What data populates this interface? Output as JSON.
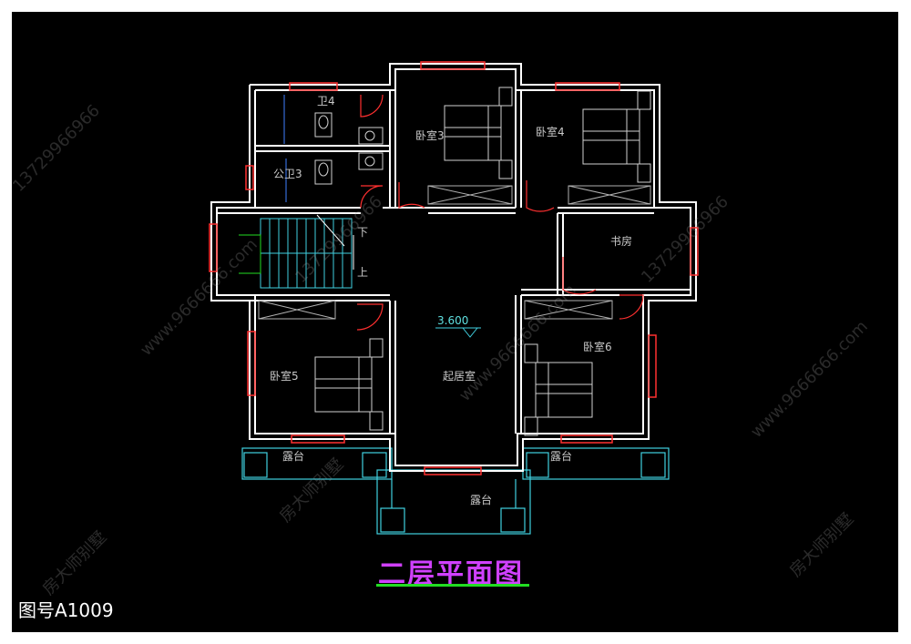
{
  "rooms": {
    "bath4": "卫4",
    "public_bath3": "公卫3",
    "bedroom3": "卧室3",
    "bedroom4": "卧室4",
    "study": "书房",
    "stair_down": "下",
    "stair_up": "上",
    "level_mark": "3.600",
    "living": "起居室",
    "bedroom5": "卧室5",
    "bedroom6": "卧室6",
    "terrace_left": "露台",
    "terrace_right": "露台",
    "terrace_bottom": "露台"
  },
  "title": "二层平面图",
  "drawing_number": "图号A1009",
  "watermarks": [
    "房大师别墅",
    "13729966966",
    "www.9666666.com"
  ],
  "colors": {
    "background": "#000000",
    "wall": "#ffffff",
    "window": "#ff3030",
    "door": "#ff3030",
    "terrace": "#40d0e0",
    "stair": "#40d0e0",
    "title": "#d040ff",
    "underline": "#22dd22"
  }
}
